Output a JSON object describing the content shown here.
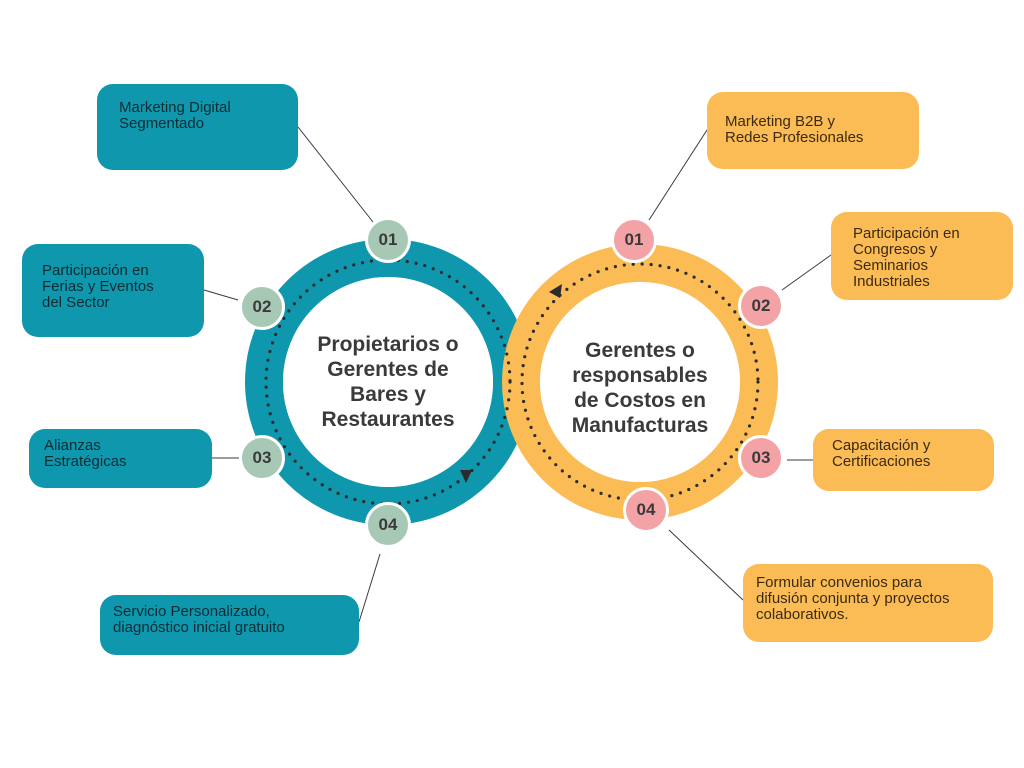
{
  "colors": {
    "left_ring": "#0e97ad",
    "right_ring": "#fbbc55",
    "left_badge": "#a8c8b6",
    "right_badge": "#f3a3a5",
    "dots": "#2b2b2b",
    "connector": "#3a3a3a"
  },
  "left": {
    "hub_title": "Propietarios o\nGerentes de\nBares y\nRestaurantes",
    "items": [
      {
        "number": "01",
        "text": "Marketing Digital\nSegmentado"
      },
      {
        "number": "02",
        "text": "Participación en\nFerias y Eventos\ndel Sector"
      },
      {
        "number": "03",
        "text": "Alianzas\nEstratégicas"
      },
      {
        "number": "04",
        "text": "Servicio Personalizado,\ndiagnóstico inicial gratuito"
      }
    ]
  },
  "right": {
    "hub_title": "Gerentes o\nresponsables\nde Costos en\nManufacturas",
    "items": [
      {
        "number": "01",
        "text": "Marketing B2B y\nRedes Profesionales"
      },
      {
        "number": "02",
        "text": "Participación en\nCongresos y\nSeminarios\nIndustriales"
      },
      {
        "number": "03",
        "text": "Capacitación y\nCertificaciones"
      },
      {
        "number": "04",
        "text": "Formular convenios para\ndifusión conjunta y proyectos\ncolaborativos."
      }
    ]
  }
}
